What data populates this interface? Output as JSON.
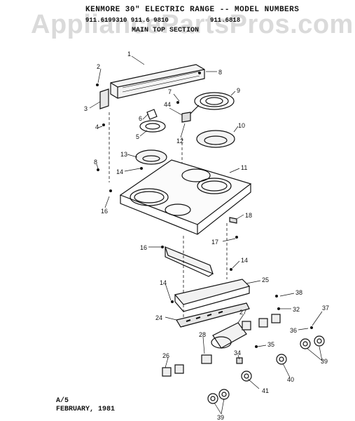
{
  "header": {
    "line1": "KENMORE 30\" ELECTRIC RANGE -- MODEL NUMBERS",
    "line2_left": "911.6199310 911.6 9810",
    "line2_right": "911.6818",
    "line3": "MAIN TOP SECTION"
  },
  "watermark": "AppliancePartsPros.com",
  "footer": {
    "code": "A/5",
    "date": "FEBRUARY, 1981"
  },
  "callouts": [
    "1",
    "2",
    "3",
    "4",
    "5",
    "6",
    "7",
    "8",
    "8",
    "9",
    "10",
    "11",
    "12",
    "13",
    "14",
    "14",
    "14",
    "16",
    "16",
    "17",
    "18",
    "24",
    "25",
    "26",
    "27",
    "28",
    "32",
    "34",
    "35",
    "36",
    "37",
    "38",
    "39",
    "39",
    "40",
    "41",
    "44"
  ]
}
